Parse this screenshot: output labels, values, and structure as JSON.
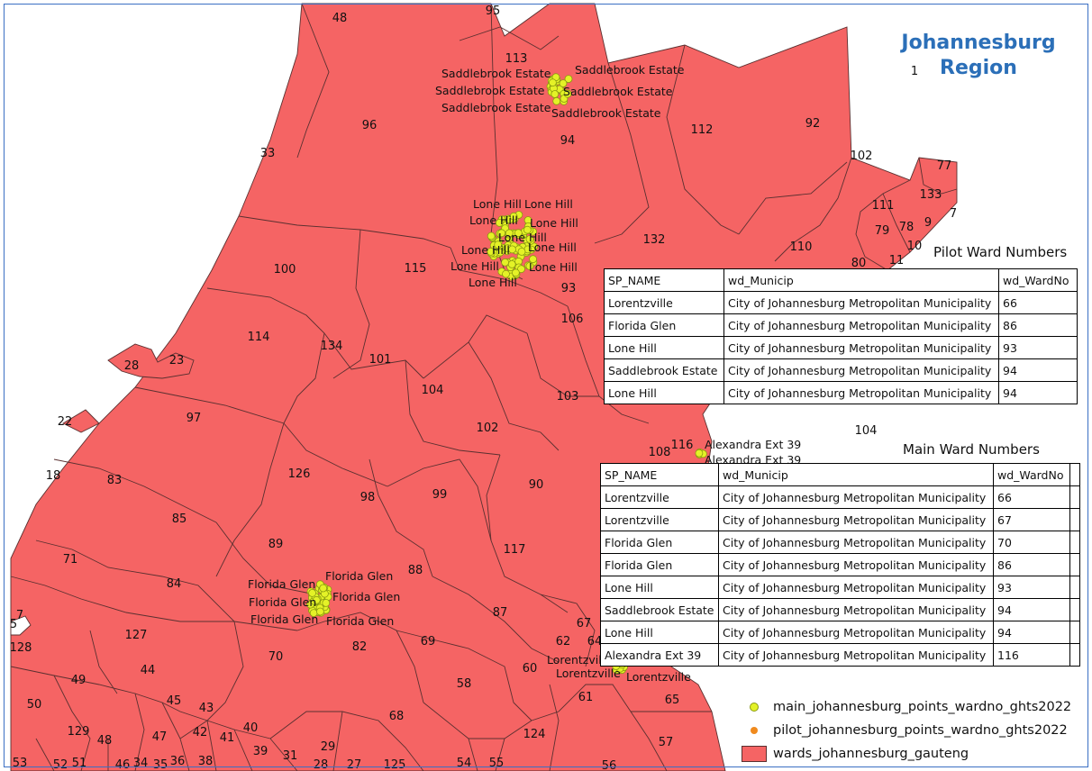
{
  "title": "Johannesburg Region",
  "colors": {
    "ward_fill": "#f56464",
    "ward_border": "#5a3030",
    "main_point": "#e4f227",
    "pilot_point": "#f08a1e",
    "title": "#2b6fb8"
  },
  "ward_labels": [
    "48",
    "95",
    "113",
    "1",
    "96",
    "94",
    "112",
    "92",
    "33",
    "102",
    "77",
    "133",
    "7",
    "111",
    "9",
    "78",
    "79",
    "10",
    "132",
    "110",
    "11",
    "80",
    "100",
    "115",
    "93",
    "106",
    "114",
    "134",
    "101",
    "28",
    "23",
    "104",
    "103",
    "22",
    "97",
    "102",
    "104",
    "108",
    "116",
    "18",
    "83",
    "126",
    "98",
    "99",
    "90",
    "85",
    "89",
    "71",
    "84",
    "88",
    "117",
    "87",
    "67",
    "5",
    "7",
    "127",
    "128",
    "70",
    "82",
    "69",
    "62",
    "64",
    "44",
    "49",
    "60",
    "58",
    "50",
    "45",
    "43",
    "61",
    "65",
    "68",
    "124",
    "129",
    "48",
    "47",
    "42",
    "41",
    "40",
    "57",
    "39",
    "29",
    "53",
    "52",
    "51",
    "46",
    "34",
    "35",
    "36",
    "38",
    "31",
    "28",
    "27",
    "125",
    "54",
    "55",
    "56"
  ],
  "place_labels": {
    "saddlebrook": [
      "Saddlebrook Estate",
      "Saddlebrook Estate",
      "Saddlebrook Estate",
      "Saddlebrook Estate",
      "Saddlebrook Estate",
      "Saddlebrook Estate"
    ],
    "lone_hill": [
      "Lone Hill",
      "Lone Hill",
      "Lone Hill",
      "Lone Hill",
      "Lone Hill",
      "Lone Hill",
      "Lone Hill",
      "Lone Hill",
      "Lone Hill",
      "Lone Hill"
    ],
    "alexandra": [
      "Alexandra Ext 39",
      "Alexandra Ext 39"
    ],
    "florida_glen": [
      "Florida Glen",
      "Florida Glen",
      "Florida Glen",
      "Florida Glen",
      "Florida Glen",
      "Florida Glen"
    ],
    "lorentzville": [
      "Lorentzville",
      "Lorentzville",
      "Lorentzville"
    ]
  },
  "pilot_table": {
    "caption": "Pilot Ward Numbers",
    "headers": [
      "SP_NAME",
      "wd_Municip",
      "wd_WardNo"
    ],
    "rows": [
      [
        "Lorentzville",
        "City of Johannesburg Metropolitan Municipality",
        "66"
      ],
      [
        "Florida Glen",
        "City of Johannesburg Metropolitan Municipality",
        "86"
      ],
      [
        "Lone Hill",
        "City of Johannesburg Metropolitan Municipality",
        "93"
      ],
      [
        "Saddlebrook Estate",
        "City of Johannesburg Metropolitan Municipality",
        "94"
      ],
      [
        "Lone Hill",
        "City of Johannesburg Metropolitan Municipality",
        "94"
      ]
    ]
  },
  "main_table": {
    "caption": "Main Ward Numbers",
    "headers": [
      "SP_NAME",
      "wd_Municip",
      "wd_WardNo"
    ],
    "rows": [
      [
        "Lorentzville",
        "City of Johannesburg Metropolitan Municipality",
        "66"
      ],
      [
        "Lorentzville",
        "City of Johannesburg Metropolitan Municipality",
        "67"
      ],
      [
        "Florida Glen",
        "City of Johannesburg Metropolitan Municipality",
        "70"
      ],
      [
        "Florida Glen",
        "City of Johannesburg Metropolitan Municipality",
        "86"
      ],
      [
        "Lone Hill",
        "City of Johannesburg Metropolitan Municipality",
        "93"
      ],
      [
        "Saddlebrook Estate",
        "City of Johannesburg Metropolitan Municipality",
        "94"
      ],
      [
        "Lone Hill",
        "City of Johannesburg Metropolitan Municipality",
        "94"
      ],
      [
        "Alexandra Ext 39",
        "City of Johannesburg Metropolitan Municipality",
        "116"
      ]
    ]
  },
  "legend": [
    {
      "label": "main_johannesburg_points_wardno_ghts2022",
      "symbol": "dot",
      "color": "#e4f227"
    },
    {
      "label": "pilot_johannesburg_points_wardno_ghts2022",
      "symbol": "dot",
      "color": "#f08a1e"
    },
    {
      "label": "wards_johannesburg_gauteng",
      "symbol": "box",
      "color": "#f56464"
    }
  ]
}
